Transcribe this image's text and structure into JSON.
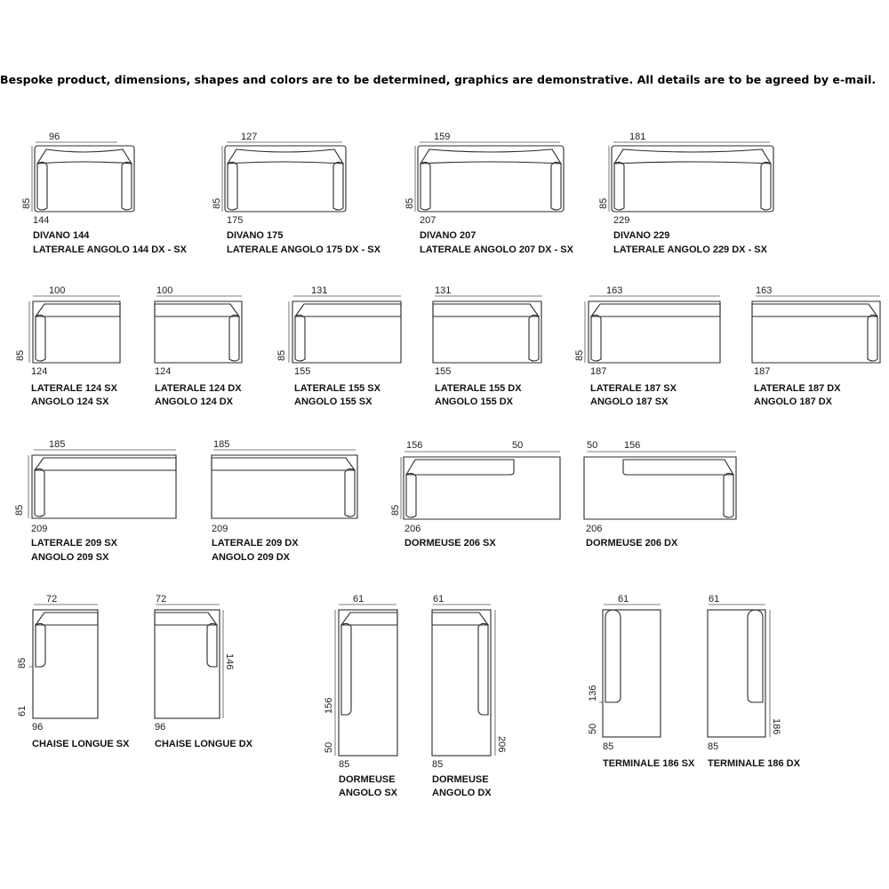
{
  "disclaimer": "Bespoke product, dimensions, shapes and colors are to be determined, graphics are demonstrative. All details are to be agreed by e-mail.",
  "modules": {
    "divano_144": {
      "top": "96",
      "side": "85",
      "width": "144",
      "label1": "DIVANO 144",
      "label2": "LATERALE ANGOLO 144 DX - SX"
    },
    "divano_175": {
      "top": "127",
      "side": "85",
      "width": "175",
      "label1": "DIVANO 175",
      "label2": "LATERALE ANGOLO 175 DX - SX"
    },
    "divano_207": {
      "top": "159",
      "side": "85",
      "width": "207",
      "label1": "DIVANO 207",
      "label2": "LATERALE ANGOLO 207 DX - SX"
    },
    "divano_229": {
      "top": "181",
      "side": "85",
      "width": "229",
      "label1": "DIVANO 229",
      "label2": "LATERALE ANGOLO 229 DX - SX"
    },
    "laterale_124_sx": {
      "top": "100",
      "side": "85",
      "width": "124",
      "label1": "LATERALE 124 SX",
      "label2": "ANGOLO 124 SX"
    },
    "laterale_124_dx": {
      "top": "100",
      "width": "124",
      "label1": "LATERALE 124 DX",
      "label2": "ANGOLO 124 DX"
    },
    "laterale_155_sx": {
      "top": "131",
      "side": "85",
      "width": "155",
      "label1": "LATERALE 155 SX",
      "label2": "ANGOLO 155 SX"
    },
    "laterale_155_dx": {
      "top": "131",
      "width": "155",
      "label1": "LATERALE 155 DX",
      "label2": "ANGOLO 155 DX"
    },
    "laterale_187_sx": {
      "top": "163",
      "side": "85",
      "width": "187",
      "label1": "LATERALE 187 SX",
      "label2": "ANGOLO 187 SX"
    },
    "laterale_187_dx": {
      "top": "163",
      "width": "187",
      "label1": "LATERALE 187 DX",
      "label2": "ANGOLO 187 DX"
    },
    "laterale_209_sx": {
      "top": "185",
      "side": "85",
      "width": "209",
      "label1": "LATERALE 209 SX",
      "label2": "ANGOLO 209 SX"
    },
    "laterale_209_dx": {
      "top": "185",
      "width": "209",
      "label1": "LATERALE 209 DX",
      "label2": "ANGOLO 209 DX"
    },
    "dormeuse_206_sx": {
      "top_a": "156",
      "top_b": "50",
      "side": "85",
      "width": "206",
      "label1": "DORMEUSE 206 SX"
    },
    "dormeuse_206_dx": {
      "top_a": "50",
      "top_b": "156",
      "width": "206",
      "label1": "DORMEUSE 206 DX"
    },
    "chaise_sx": {
      "top": "72",
      "side_a": "85",
      "side_b": "61",
      "width": "96",
      "label1": "CHAISE LONGUE SX"
    },
    "chaise_dx": {
      "top": "72",
      "side": "146",
      "width": "96",
      "label1": "CHAISE LONGUE DX"
    },
    "dorm_angolo_sx": {
      "top": "61",
      "side_a": "156",
      "side_b": "50",
      "width": "85",
      "label1": "DORMEUSE",
      "label2": "ANGOLO SX"
    },
    "dorm_angolo_dx": {
      "top": "61",
      "side": "206",
      "width": "85",
      "label1": "DORMEUSE",
      "label2": "ANGOLO DX"
    },
    "terminale_sx": {
      "top": "61",
      "side_a": "136",
      "side_b": "50",
      "width": "85",
      "label1": "TERMINALE 186 SX"
    },
    "terminale_dx": {
      "top": "61",
      "side": "186",
      "width": "85",
      "label1": "TERMINALE 186 DX"
    }
  }
}
